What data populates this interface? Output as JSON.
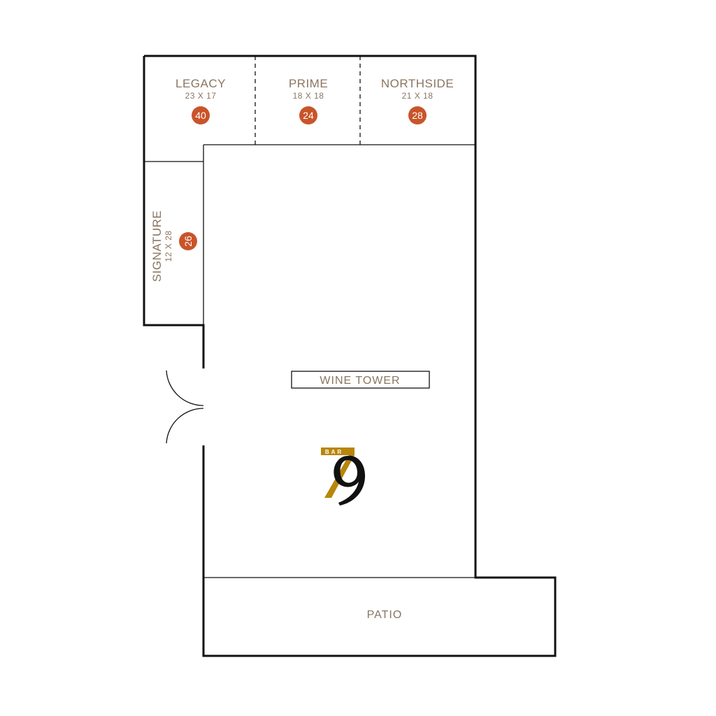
{
  "floor_plan": {
    "rooms": {
      "legacy": {
        "name": "LEGACY",
        "dimensions": "23 X 17",
        "capacity": "40"
      },
      "prime": {
        "name": "PRIME",
        "dimensions": "18 X 18",
        "capacity": "24"
      },
      "northside": {
        "name": "NORTHSIDE",
        "dimensions": "21 X 18",
        "capacity": "28"
      },
      "signature": {
        "name": "SIGNATURE",
        "dimensions": "12 X 28",
        "capacity": "26"
      }
    },
    "wine_tower": {
      "label": "WINE TOWER"
    },
    "patio": {
      "label": "PATIO"
    },
    "logo": {
      "small_text": "BAR",
      "number": "79"
    },
    "colors": {
      "wall": "#111111",
      "label_text": "#8a7560",
      "capacity_badge": "#c9542a",
      "logo_gold": "#b8860b",
      "logo_dark": "#111111"
    }
  }
}
